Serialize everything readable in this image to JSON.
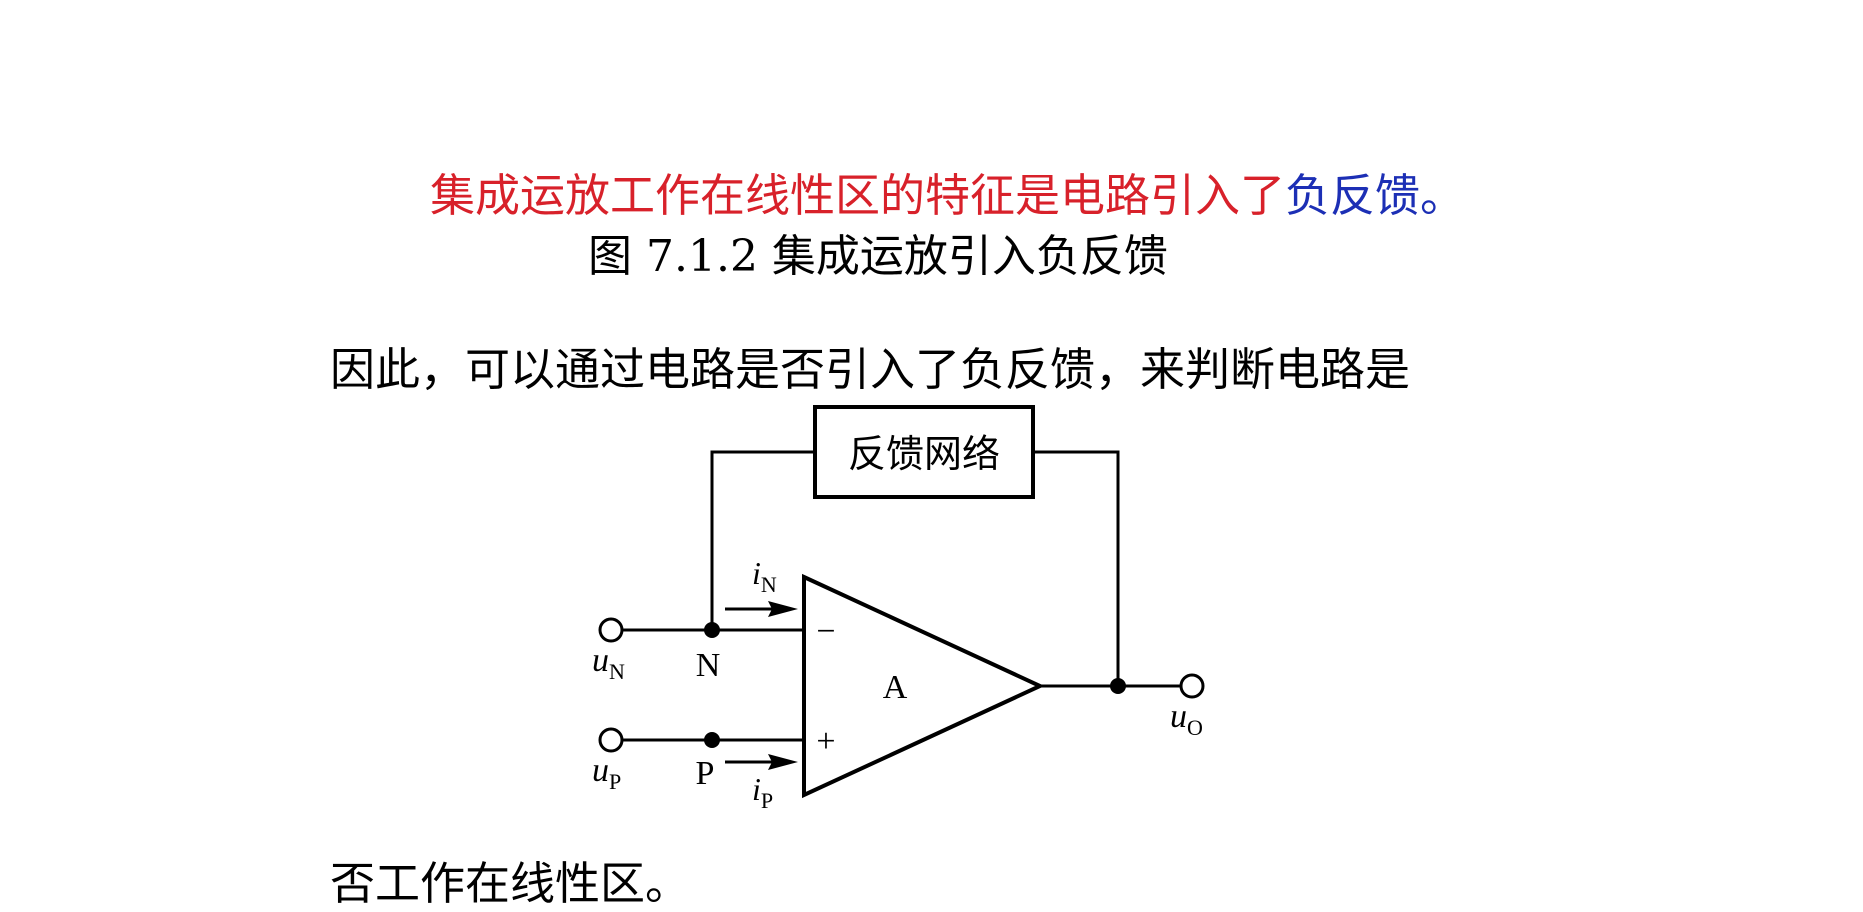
{
  "headline": {
    "red": "集成运放工作在线性区的特征是电路引入了",
    "blue": "负反馈。"
  },
  "caption": "图 7.1.2 集成运放引入负反馈",
  "body": {
    "line1": "因此，可以通过电路是否引入了负反馈，来判断电路是",
    "line2": "否工作在线性区。"
  },
  "circuit": {
    "feedback_block": "反馈网络",
    "amplifier": "A",
    "minus_sign": "−",
    "plus_sign": "+",
    "node_n": "N",
    "node_p": "P",
    "u_n": {
      "symbol": "u",
      "sub": "N"
    },
    "u_p": {
      "symbol": "u",
      "sub": "P"
    },
    "u_o": {
      "symbol": "u",
      "sub": "O"
    },
    "i_n": {
      "symbol": "i",
      "sub": "N"
    },
    "i_p": {
      "symbol": "i",
      "sub": "P"
    }
  }
}
